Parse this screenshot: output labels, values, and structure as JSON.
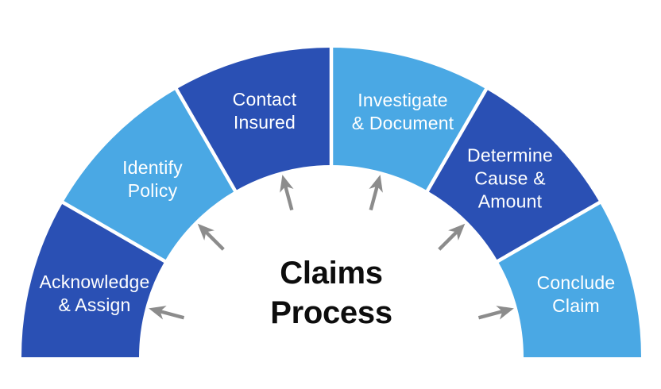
{
  "title": "Claims\nProcess",
  "colors": {
    "dark_blue": "#2A50B4",
    "light_blue": "#4AA8E4",
    "divider_white": "#FFFFFF",
    "arrow_gray": "#8C8C8C",
    "title_black": "#0D0D0D",
    "background": "#FFFFFF"
  },
  "segments": [
    {
      "label": "Acknowledge\n& Assign",
      "color_key": "dark_blue"
    },
    {
      "label": "Identify\nPolicy",
      "color_key": "light_blue"
    },
    {
      "label": "Contact\nInsured",
      "color_key": "dark_blue"
    },
    {
      "label": "Investigate\n& Document",
      "color_key": "light_blue"
    },
    {
      "label": "Determine\nCause &\nAmount",
      "color_key": "dark_blue"
    },
    {
      "label": "Conclude\nClaim",
      "color_key": "light_blue"
    }
  ],
  "arrow_icon": "outward-pointer-arrow"
}
